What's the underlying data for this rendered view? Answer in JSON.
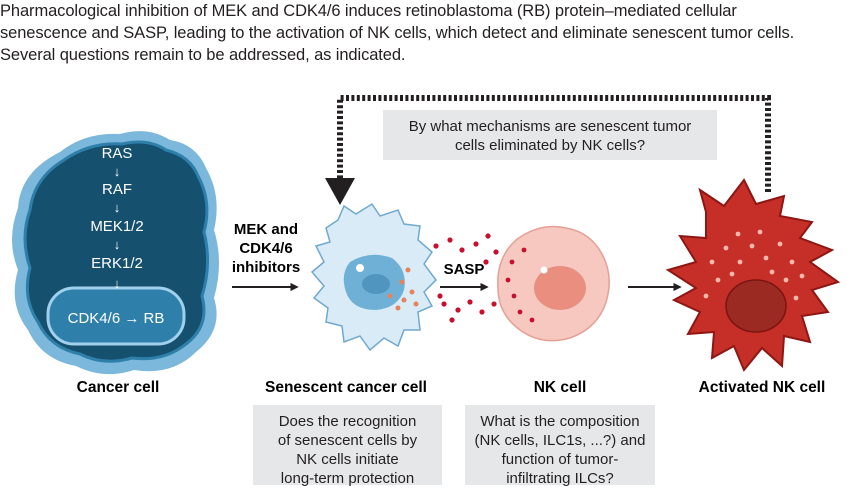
{
  "caption": {
    "lines": [
      "Pharmacological inhibition of MEK and CDK4/6 induces retinoblastoma (RB) protein–mediated cellular",
      "senescence and SASP, leading to the activation of NK cells, which detect and eliminate senescent tumor cells.",
      "Several questions remain to be addressed, as indicated."
    ]
  },
  "pathway": {
    "ras": "RAS",
    "raf": "RAF",
    "mek": "MEK1/2",
    "erk": "ERK1/2",
    "cdk_rb": "CDK4/6 → RB",
    "arrow_glyph": "↓"
  },
  "arrows": {
    "inhibitors_line1": "MEK and",
    "inhibitors_line2": "CDK4/6",
    "inhibitors_line3": "inhibitors",
    "sasp": "SASP"
  },
  "cells": {
    "cancer": "Cancer cell",
    "senescent": "Senescent cancer cell",
    "nk": "NK cell",
    "activated": "Activated NK cell"
  },
  "questions": {
    "top": [
      "By what mechanisms are senescent tumor",
      "cells eliminated by NK cells?"
    ],
    "left": [
      "Does the recognition",
      "of senescent cells by",
      "NK cells initiate",
      "long-term protection"
    ],
    "mid": [
      "What is the composition",
      "(NK cells, ILC1s, ...?) and",
      "function of tumor-",
      "infiltrating ILCs?"
    ]
  },
  "colors": {
    "cancer_outer": "#7bb8dc",
    "cancer_mid": "#2f7fab",
    "cancer_core": "#15506f",
    "senescent_fill": "#d9ebf7",
    "senescent_nucleus": "#6fb1d6",
    "nk_fill": "#f6c8c0",
    "nk_nucleus": "#ea8f80",
    "activated_fill": "#c62f28",
    "activated_edge": "#8f1612",
    "activated_nucleus": "#9b2a22",
    "granule": "#c8102e",
    "box_gray": "#e6e7e8"
  }
}
